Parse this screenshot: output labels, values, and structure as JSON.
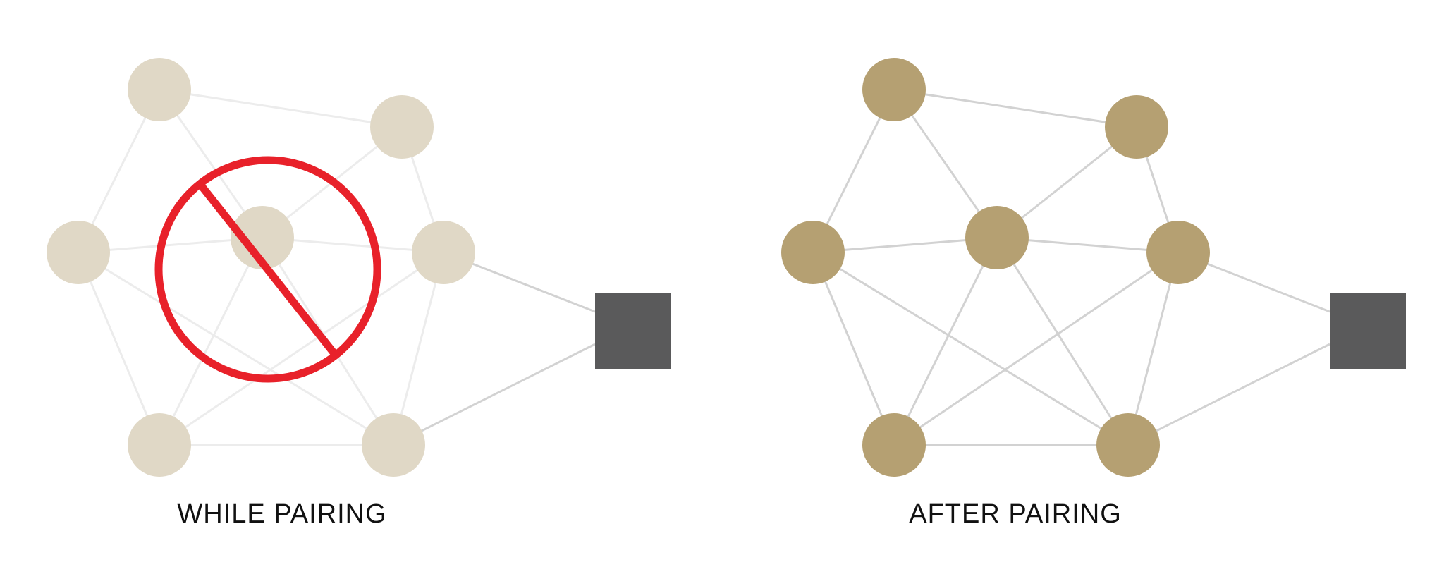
{
  "panels": [
    {
      "id": "while",
      "caption": "WHILE PAIRING",
      "node_color": "#e0d8c6",
      "edge_color": "#ececec",
      "hub_color": "#5a5a5b",
      "hub_edge_color": "#d2d2d2",
      "blocked": true,
      "blocked_icon": "no-entry-icon",
      "blocked_color": "#e8212a"
    },
    {
      "id": "after",
      "caption": "AFTER PAIRING",
      "node_color": "#b5a072",
      "edge_color": "#d2d2d2",
      "hub_color": "#5a5a5b",
      "hub_edge_color": "#d2d2d2",
      "blocked": false
    }
  ],
  "mesh": {
    "nodes": [
      "top-left",
      "top-right",
      "left",
      "center",
      "right",
      "bottom-left",
      "bottom-right"
    ],
    "edges": [
      [
        "top-left",
        "top-right"
      ],
      [
        "top-left",
        "left"
      ],
      [
        "top-left",
        "center"
      ],
      [
        "top-right",
        "center"
      ],
      [
        "top-right",
        "right"
      ],
      [
        "left",
        "center"
      ],
      [
        "left",
        "bottom-left"
      ],
      [
        "left",
        "bottom-right"
      ],
      [
        "center",
        "right"
      ],
      [
        "center",
        "bottom-left"
      ],
      [
        "center",
        "bottom-right"
      ],
      [
        "right",
        "bottom-left"
      ],
      [
        "right",
        "bottom-right"
      ],
      [
        "bottom-left",
        "bottom-right"
      ]
    ],
    "hub_links": [
      "right",
      "bottom-right"
    ]
  }
}
